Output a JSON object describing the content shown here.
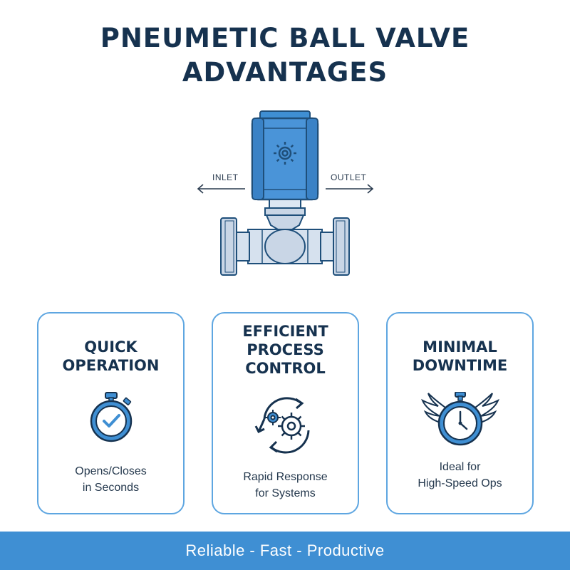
{
  "title": {
    "line1": "PNEUMETIC BALL VALVE",
    "line2": "ADVANTAGES"
  },
  "valve": {
    "inlet_label": "INLET",
    "outlet_label": "OUTLET",
    "actuator_icon": "gear-icon"
  },
  "cards": [
    {
      "title_line1": "QUICK",
      "title_line2": "OPERATION",
      "icon": "stopwatch-check-icon",
      "desc_line1": "Opens/Closes",
      "desc_line2": "in Seconds"
    },
    {
      "title_line1": "EFFICIENT",
      "title_line2": "PROCESS",
      "title_line3": "CONTROL",
      "icon": "gears-cycle-icon",
      "desc_line1": "Rapid Response",
      "desc_line2": "for Systems"
    },
    {
      "title_line1": "MINIMAL",
      "title_line2": "DOWNTIME",
      "icon": "winged-stopwatch-icon",
      "desc_line1": "Ideal for",
      "desc_line2": "High-Speed Ops"
    }
  ],
  "footer": {
    "tagline": "Reliable - Fast - Productive"
  },
  "colors": {
    "primary_blue": "#3f8fd3",
    "dark_navy": "#16324f",
    "card_border": "#5ea6e1",
    "pipe_gray": "#c9d6e6"
  }
}
